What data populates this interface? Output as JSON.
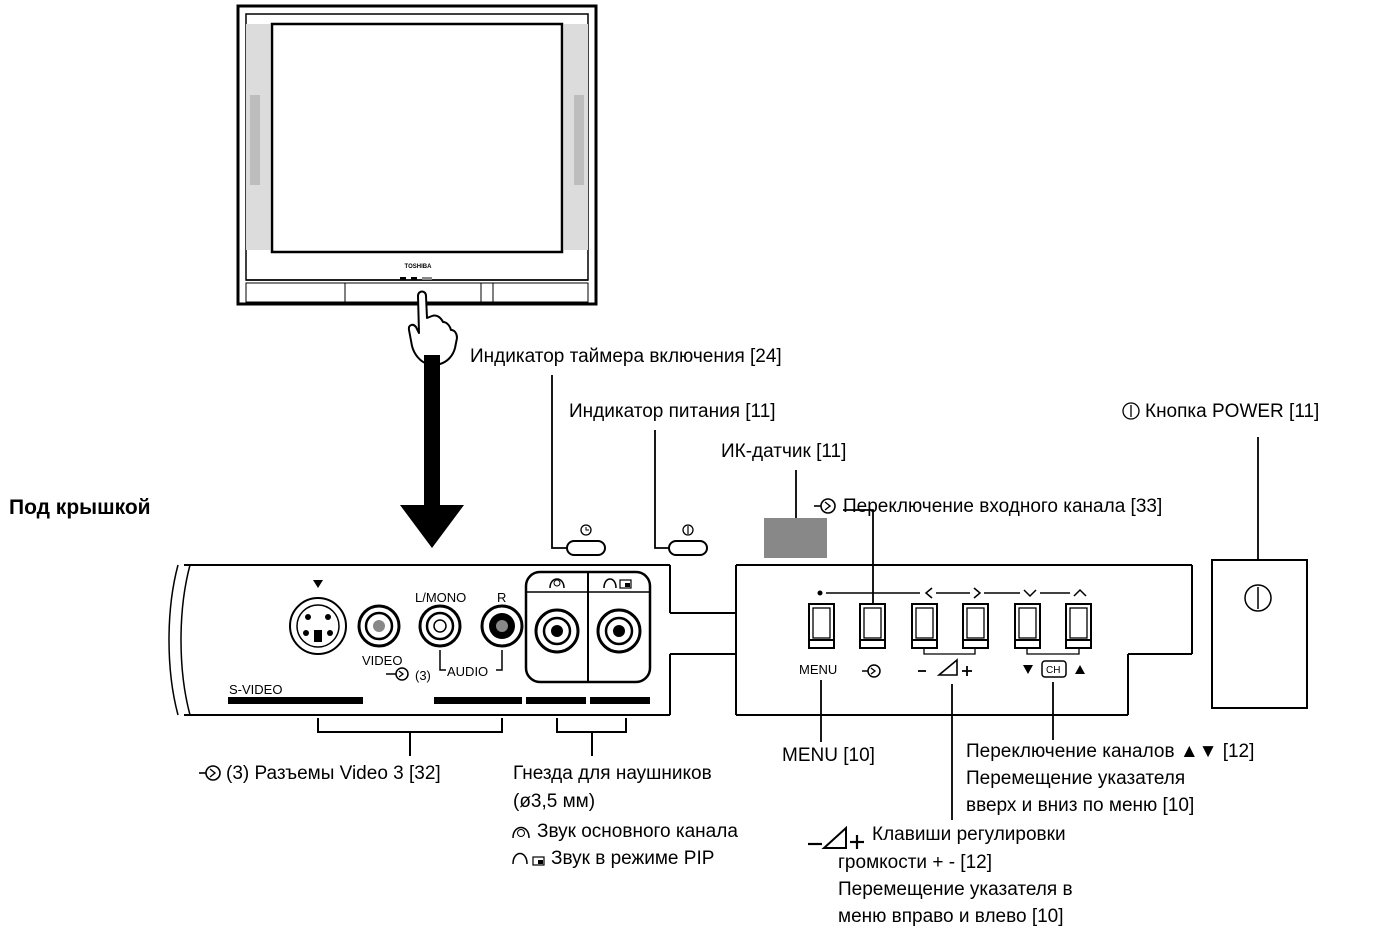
{
  "tv": {
    "brand": "TOSHIBA"
  },
  "section_title": "Под крышкой",
  "panel_labels": {
    "s_video": "S-VIDEO",
    "video": "VIDEO",
    "l_mono": "L/MONO",
    "r": "R",
    "audio": "AUDIO",
    "input_number": "(3)",
    "menu": "MENU",
    "ch": "CH"
  },
  "callouts": {
    "timer_indicator": "Индикатор таймера включения [24]",
    "power_indicator": "Индикатор питания [11]",
    "ir_sensor": "ИК-датчик [11]",
    "input_switch": "Переключение входного канала [33]",
    "power_button": "Кнопка POWER [11]",
    "menu_ref": "MENU [10]",
    "channel_1": "Переключение каналов ▲▼ [12]",
    "channel_2": "Перемещение указателя",
    "channel_3": "вверх и вниз по меню [10]",
    "video3_jacks": "(3) Разъемы Video 3 [32]",
    "headphone_1": "Гнезда для наушников",
    "headphone_2": "(ø3,5 мм)",
    "headphone_main": "Звук основного канала",
    "headphone_pip": "Звук в режиме PIP",
    "volume_1": "Клавиши регулировки",
    "volume_2": "громкости  + - [12]",
    "volume_3": "Перемещение указателя в",
    "volume_4": "меню вправо и влево [10]"
  }
}
